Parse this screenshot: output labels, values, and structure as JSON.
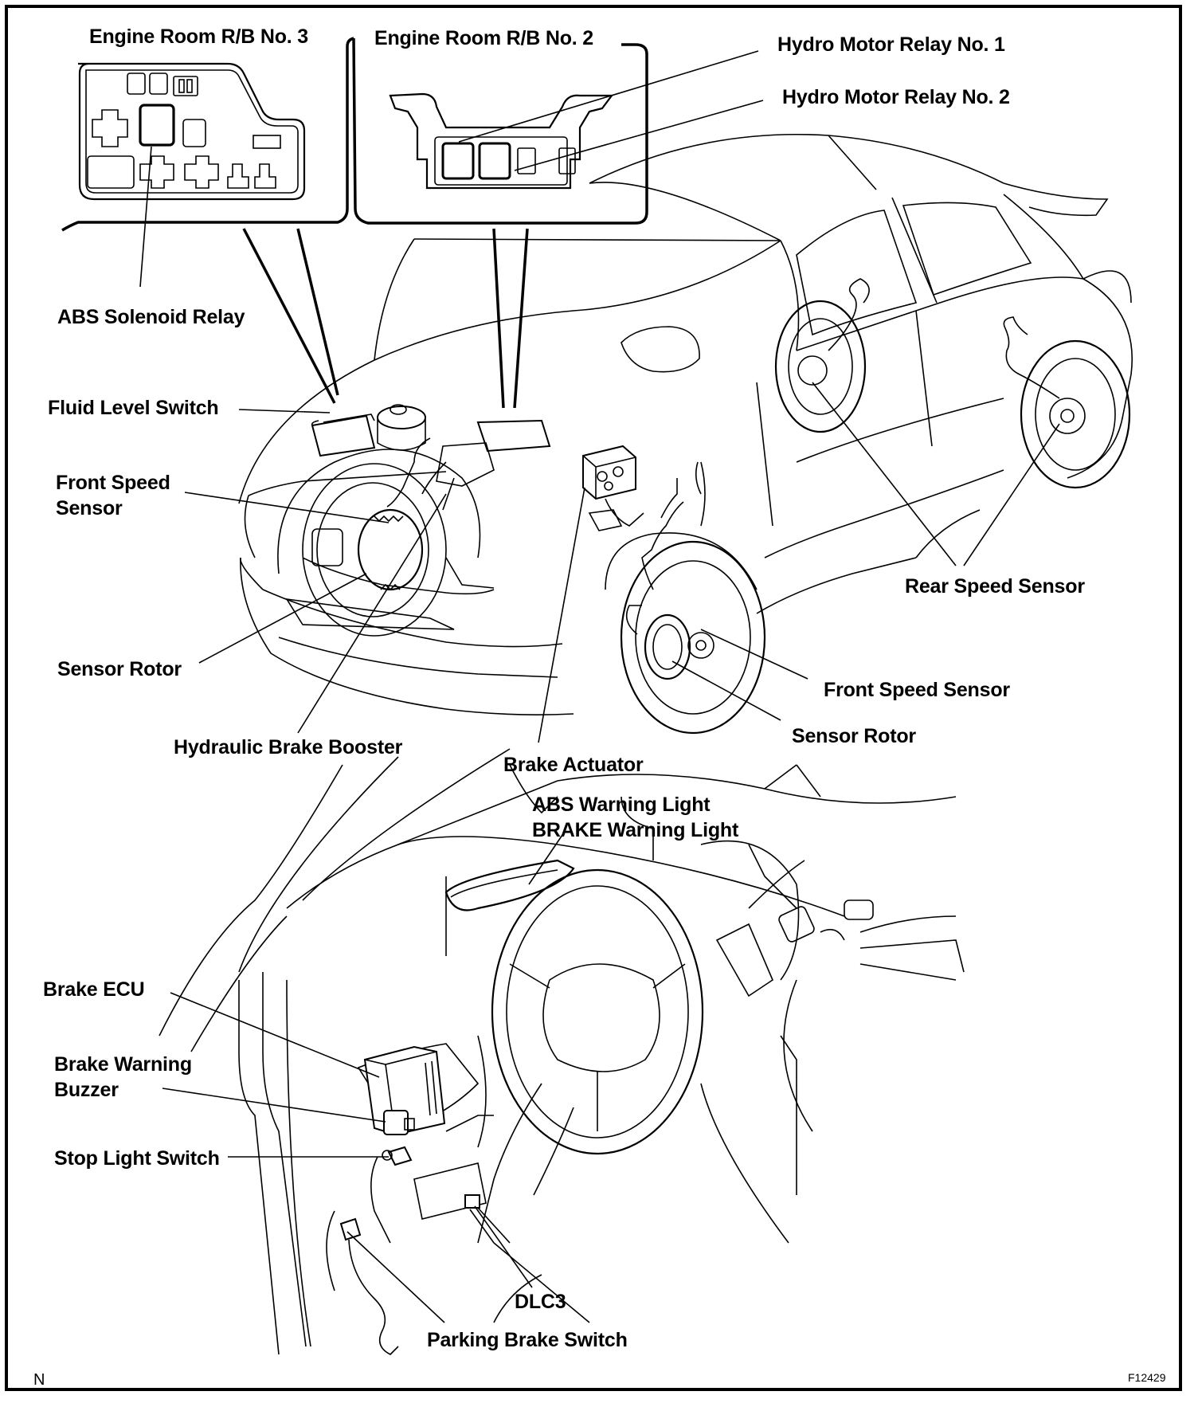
{
  "labels": {
    "engine_room_rb3": "Engine Room R/B No. 3",
    "engine_room_rb2": "Engine Room R/B No. 2",
    "hydro_motor_relay_1": "Hydro Motor Relay No. 1",
    "hydro_motor_relay_2": "Hydro Motor Relay No. 2",
    "abs_solenoid_relay": "ABS Solenoid Relay",
    "fluid_level_switch": "Fluid Level Switch",
    "front_speed_sensor_left_line1": "Front Speed",
    "front_speed_sensor_left_line2": "Sensor",
    "rear_speed_sensor": "Rear Speed Sensor",
    "sensor_rotor_left": "Sensor Rotor",
    "front_speed_sensor_right": "Front Speed Sensor",
    "sensor_rotor_right": "Sensor Rotor",
    "hydraulic_brake_booster": "Hydraulic Brake Booster",
    "brake_actuator": "Brake Actuator",
    "abs_warning_light": "ABS Warning Light",
    "brake_warning_light": "BRAKE Warning Light",
    "brake_ecu": "Brake ECU",
    "brake_warning_buzzer_line1": "Brake Warning",
    "brake_warning_buzzer_line2": "Buzzer",
    "stop_light_switch": "Stop Light Switch",
    "dlc3": "DLC3",
    "parking_brake_switch": "Parking Brake Switch"
  },
  "corner": {
    "left": "N",
    "right": "F12429"
  }
}
